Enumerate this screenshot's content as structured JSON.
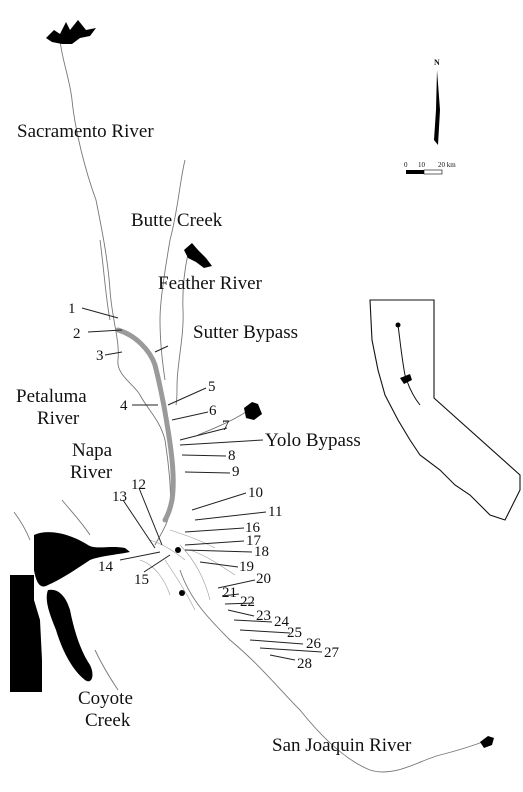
{
  "map": {
    "rivers": {
      "sacramento": "Sacramento River",
      "butte": "Butte Creek",
      "feather": "Feather River",
      "sutter": "Sutter Bypass",
      "petaluma_1": "Petaluma",
      "petaluma_2": "River",
      "napa_1": "Napa",
      "napa_2": "River",
      "yolo": "Yolo Bypass",
      "coyote_1": "Coyote",
      "coyote_2": "Creek",
      "san_joaquin": "San Joaquin River"
    },
    "sites": [
      "1",
      "2",
      "3",
      "4",
      "5",
      "6",
      "7",
      "8",
      "9",
      "10",
      "11",
      "12",
      "13",
      "14",
      "15",
      "16",
      "17",
      "18",
      "19",
      "20",
      "21",
      "22",
      "23",
      "24",
      "25",
      "26",
      "27",
      "28"
    ],
    "scale_bar": {
      "zero": "0",
      "ten": "10",
      "twenty": "20 km"
    },
    "north": "N",
    "colors": {
      "water": "#000000",
      "bypass": "#9a9a9a",
      "streams": "#777777"
    }
  }
}
